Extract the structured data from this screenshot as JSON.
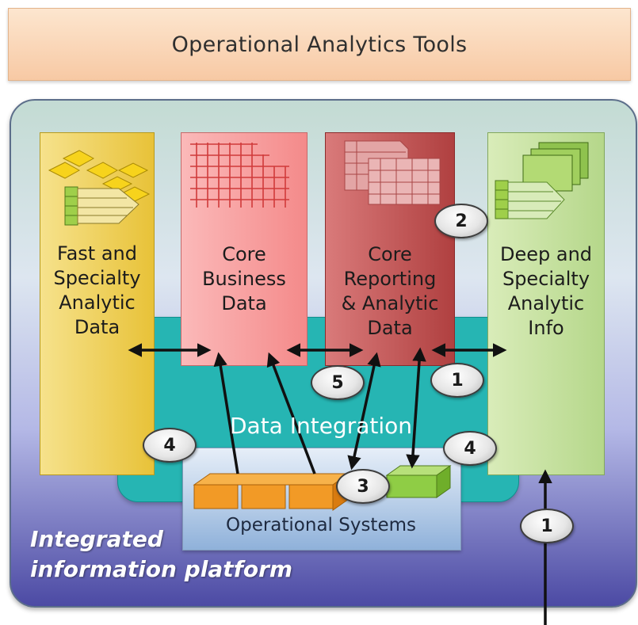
{
  "header": {
    "title": "Operational Analytics Tools"
  },
  "columns": {
    "fast_specialty": "Fast and\nSpecialty\nAnalytic\nData",
    "core_business": "Core\nBusiness\nData",
    "core_reporting": "Core\nReporting\n& Analytic\nData",
    "deep_specialty": "Deep and\nSpecialty\nAnalytic\nInfo"
  },
  "integration": {
    "label": "Data Integration"
  },
  "operational": {
    "label": "Operational Systems"
  },
  "platform": {
    "label": "Integrated\ninformation platform"
  },
  "badges": {
    "b1_top": "1",
    "b1_bottom": "1",
    "b2": "2",
    "b3": "3",
    "b4_left": "4",
    "b4_right": "4",
    "b5": "5"
  },
  "colors": {
    "top_bar": "#f7c9a4",
    "integration": "#26b5b3",
    "yellow_column": "#e8c238",
    "pink_column": "#f48a8a",
    "red_column": "#b04040",
    "green_column": "#b5d78a"
  },
  "icons": [
    "yellow-diamond-grid-icon",
    "pink-grid-icon",
    "red-stacked-grid-icon",
    "green-stacked-docs-icon",
    "orange-blocks-icon",
    "green-block-icon"
  ]
}
